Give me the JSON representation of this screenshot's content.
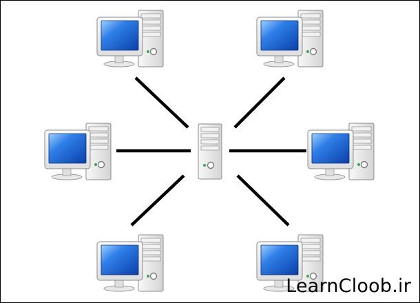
{
  "topology": {
    "hub": {
      "label": ""
    },
    "computers": [
      {
        "id": "top-left"
      },
      {
        "id": "top-right"
      },
      {
        "id": "middle-left"
      },
      {
        "id": "middle-right"
      },
      {
        "id": "bottom-left"
      },
      {
        "id": "bottom-right"
      }
    ]
  },
  "colors": {
    "screen_blue": "#1a63d6",
    "case_gray": "#e6e6e6",
    "outline": "#8a8a8a",
    "led_green": "#3aa84a",
    "cable": "#000000"
  },
  "watermark": {
    "text": "LearnCloob.ir"
  }
}
